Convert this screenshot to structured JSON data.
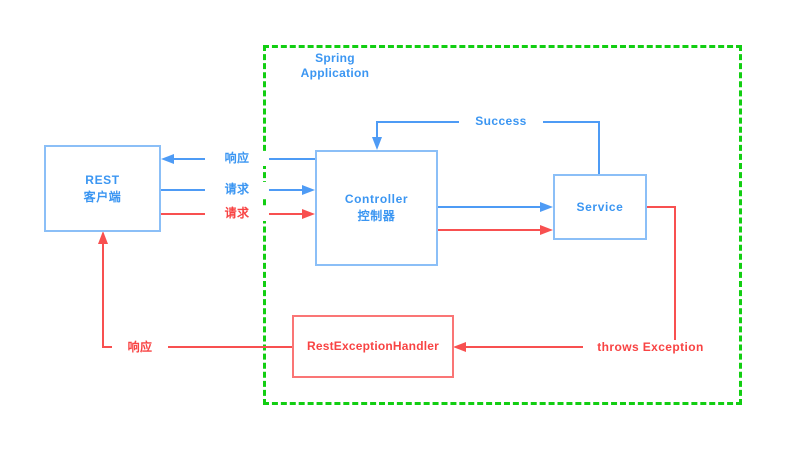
{
  "boundary": {
    "label": "Spring Application"
  },
  "nodes": {
    "rest_client": {
      "title": "REST",
      "subtitle": "客户端"
    },
    "controller": {
      "title": "Controller",
      "subtitle": "控制器"
    },
    "service": {
      "title": "Service"
    },
    "rest_exception_handler": {
      "title": "RestExceptionHandler"
    }
  },
  "edges": {
    "response_ok": {
      "label": "响应"
    },
    "request_ok": {
      "label": "请求"
    },
    "request_error": {
      "label": "请求"
    },
    "success": {
      "label": "Success"
    },
    "throws_exception": {
      "label": "throws Exception"
    },
    "response_error": {
      "label": "响应"
    }
  },
  "colors": {
    "blue_text": "#3b96f2",
    "blue_line": "#4e9bf5",
    "blue_border": "#8bbff7",
    "red_line": "#f85050",
    "red_text": "#f84343",
    "red_border": "#fa7575",
    "green_boundary": "#12ce12",
    "background": "#ffffff"
  }
}
